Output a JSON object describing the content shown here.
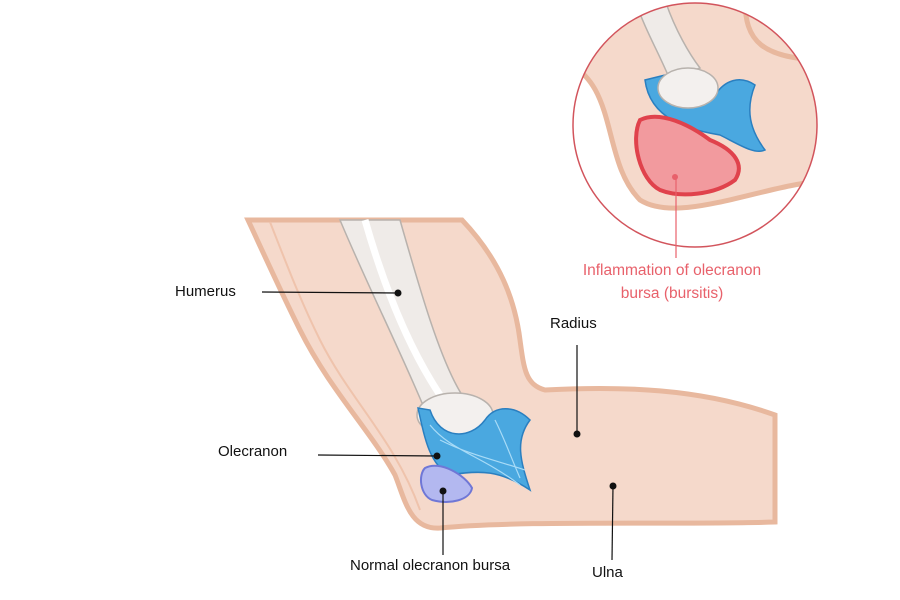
{
  "labels": {
    "humerus": "Humerus",
    "olecranon": "Olecranon",
    "normal_bursa": "Normal olecranon bursa",
    "radius": "Radius",
    "ulna": "Ulna",
    "inflammation_line1": "Inflammation of olecranon",
    "inflammation_line2": "bursa (bursitis)"
  },
  "colors": {
    "skin": "#f5d9cb",
    "skin_outline": "#e8b89e",
    "bone": "#f1eeec",
    "ligament": "#4aa8e0",
    "normal_bursa": "#b3b8f0",
    "inflamed_bursa": "#f29a9e",
    "accent_red": "#e8616b"
  }
}
